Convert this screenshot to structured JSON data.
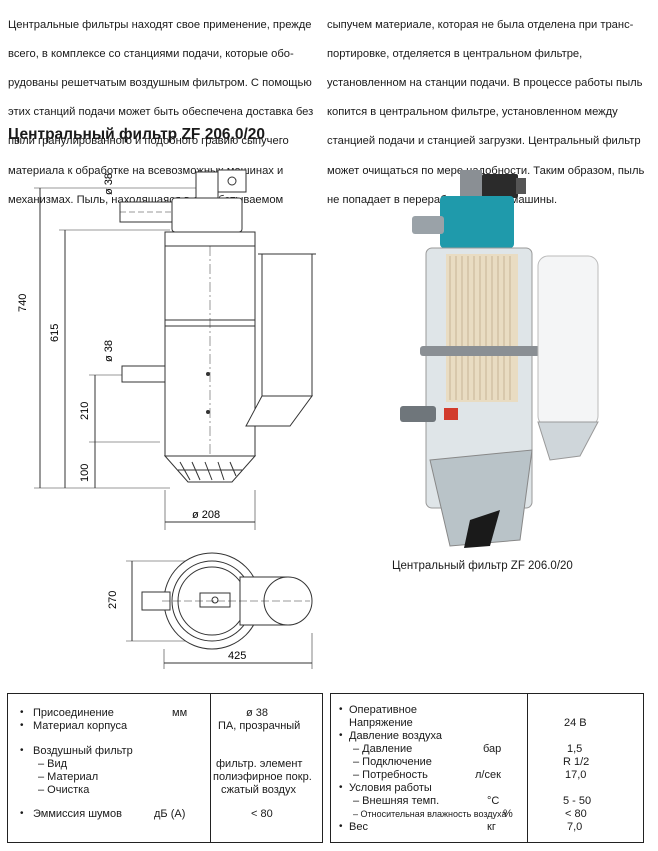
{
  "intro": {
    "left_lines": [
      "Центральные фильтры находят свое применение, прежде",
      "всего, в комплексе со станциями подачи, которые обо-",
      "рудованы решетчатым воздушным фильтром. С помощью",
      "этих станций подачи может быть обеспечена доставка без",
      "пыли гранулированного и подобного гравию сыпучего",
      "материала к обработке на всевозможных машинах и",
      "механизмах. Пыль, находящаяся в обрабатываемом"
    ],
    "right_lines": [
      "сыпучем материале, которая не была отделена при транс-",
      "портировке, отделяется в центральном фильтре,",
      "установленном на станции подачи. В процессе работы пыль",
      "копится в центральном фильтре, установленном между",
      "станцией подачи и станцией загрузки. Центральный фильтр",
      "может очищаться по мере надобности. Таким образом, пыль",
      "не попадает в перерабатывающие машины."
    ]
  },
  "heading": "Центральный фильтр ZF 206.0/20",
  "caption": "Центральный фильтр ZF 206.0/20",
  "drawing": {
    "dim_740": "740",
    "dim_615": "615",
    "dim_210": "210",
    "dim_100": "100",
    "dim_d38_top": "ø 38",
    "dim_d38_mid": "ø 38",
    "dim_d208": "ø 208",
    "dim_270": "270",
    "dim_425": "425"
  },
  "colors": {
    "filter_head": "#1f9aab",
    "body_gray": "#d8dee2",
    "bag_white": "#f4f5f6"
  },
  "specs_left": {
    "rows": [
      {
        "label": "Присоединение",
        "unit": "мм",
        "value": "ø 38"
      },
      {
        "label": "Материал корпуса",
        "unit": "",
        "value": "ПА, прозрачный"
      },
      {
        "label": "Воздушный фильтр",
        "unit": "",
        "value": ""
      },
      {
        "label": "– Вид",
        "unit": "",
        "value": "фильтр. элемент"
      },
      {
        "label": "– Материал",
        "unit": "",
        "value": "полиэфирное покр."
      },
      {
        "label": "– Очистка",
        "unit": "",
        "value": "сжатый воздух"
      },
      {
        "label": "Эммиссия шумов",
        "unit": "дБ (А)",
        "value": "< 80"
      }
    ]
  },
  "specs_right": {
    "rows": [
      {
        "label": "Оперативное",
        "unit": "",
        "value": ""
      },
      {
        "label": "Напряжение",
        "unit": "",
        "value": "24 В"
      },
      {
        "label": "Давление воздуха",
        "unit": "",
        "value": ""
      },
      {
        "label": "– Давление",
        "unit": "бар",
        "value": "1,5"
      },
      {
        "label": "– Подключение",
        "unit": "",
        "value": "R 1/2"
      },
      {
        "label": "– Потребность",
        "unit": "л/сек",
        "value": "17,0"
      },
      {
        "label": "Условия работы",
        "unit": "",
        "value": ""
      },
      {
        "label": "– Внешняя темп.",
        "unit": "°C",
        "value": "5 - 50"
      },
      {
        "label": "– Относительная влажность воздуха",
        "unit": "%",
        "value": "< 80"
      },
      {
        "label": "Вес",
        "unit": "кг",
        "value": "7,0"
      }
    ]
  },
  "bullet": "•"
}
